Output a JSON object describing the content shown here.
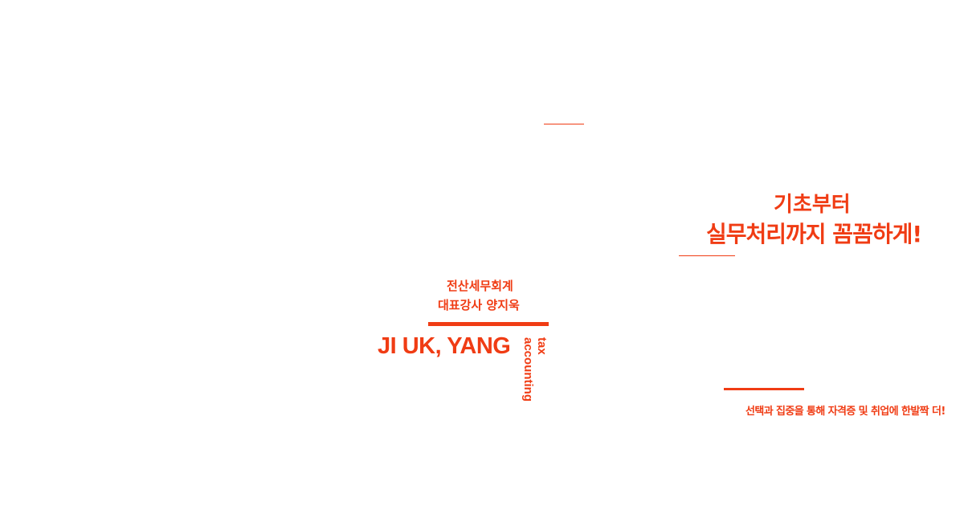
{
  "accent_color": "#f03c14",
  "headline": {
    "line1": "기초부터",
    "line2": "실무처리까지 꼼꼼하게!"
  },
  "instructor": {
    "subject": "전산세무회계",
    "title": "대표강사 양지욱",
    "name_en": "JI UK, YANG",
    "tag_tax": "tax",
    "tag_accounting": "accounting"
  },
  "tagline": "선택과 집중을 통해 자격증 및 취업에 한발짝 더!"
}
